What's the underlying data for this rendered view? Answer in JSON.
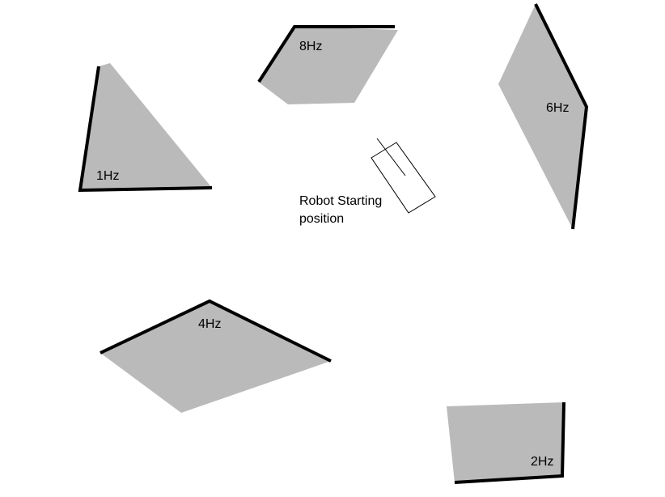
{
  "diagram": {
    "colors": {
      "background": "#ffffff",
      "region_fill": "#bababa",
      "edge": "#000000",
      "robot_outline": "#000000"
    },
    "regions": [
      {
        "name": "region-1hz",
        "label": "1Hz"
      },
      {
        "name": "region-8hz",
        "label": "8Hz"
      },
      {
        "name": "region-6hz",
        "label": "6Hz"
      },
      {
        "name": "region-4hz",
        "label": "4Hz"
      },
      {
        "name": "region-2hz",
        "label": "2Hz"
      }
    ],
    "robot": {
      "label_line1": "Robot Starting",
      "label_line2": "position"
    }
  }
}
